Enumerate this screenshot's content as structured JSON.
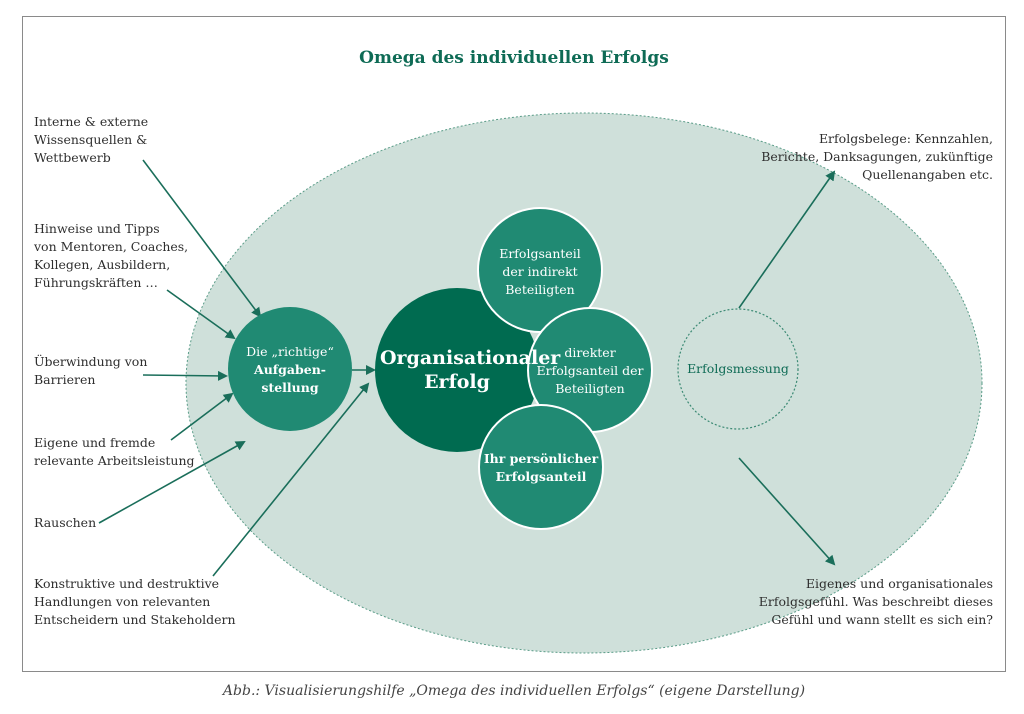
{
  "title": "Omega des individuellen Erfolgs",
  "left_labels": [
    {
      "lines": [
        "Interne & externe",
        "Wissensquellen &",
        "Wettbewerb"
      ]
    },
    {
      "lines": [
        "Hinweise und Tipps",
        "von Mentoren, Coaches,",
        "Kollegen, Ausbildern,",
        "Führungskräften …"
      ]
    },
    {
      "lines": [
        "Überwindung von",
        "Barrieren"
      ]
    },
    {
      "lines": [
        "Eigene und fremde",
        "relevante Arbeitsleistung"
      ]
    },
    {
      "lines": [
        "Rauschen"
      ]
    },
    {
      "lines": [
        "Konstruktive und destruktive",
        "Handlungen von relevanten",
        "Entscheidern und Stakeholdern"
      ]
    }
  ],
  "right_labels": {
    "top": [
      "Erfolgsbelege: Kennzahlen,",
      "Berichte, Danksagungen, zukünftige",
      "Quellenangaben etc."
    ],
    "bottom": [
      "Eigenes und organisationales",
      "Erfolgsgefühl. Was beschreibt dieses",
      "Gefühl und wann stellt es sich ein?"
    ]
  },
  "circles": {
    "task": {
      "line1": "Die „richtige“",
      "line2": "Aufgaben-",
      "line3": "stellung"
    },
    "org": {
      "line1": "Organisationaler",
      "line2": "Erfolg"
    },
    "indirect": [
      "Erfolgsanteil",
      "der indirekt",
      "Beteiligten"
    ],
    "direct": [
      "direkter",
      "Erfolgsanteil der",
      "Beteiligten"
    ],
    "personal": [
      "Ihr persönlicher",
      "Erfolgsanteil"
    ],
    "measure": "Erfolgsmessung"
  },
  "caption": "Abb.: Visualisierungshilfe „Omega des individuellen Erfolgs“ (eigene Darstellung)",
  "colors": {
    "dark_green": "#006b50",
    "mid_green": "#208a73",
    "ellipse_fill": "#cfe0da",
    "text_green": "#0e6b55"
  }
}
